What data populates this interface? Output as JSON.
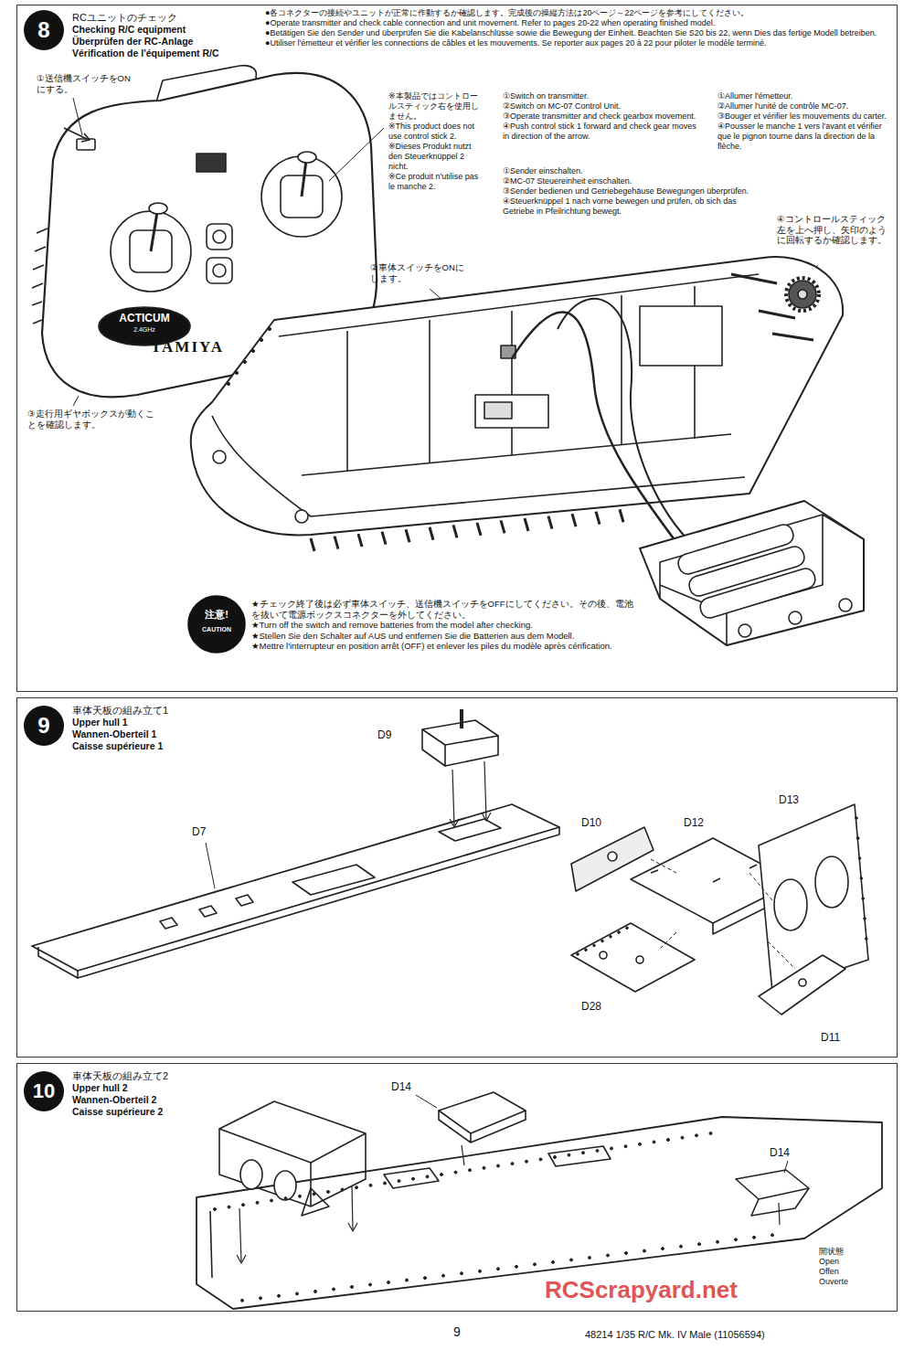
{
  "diagram": {
    "nodes": [
      {
        "text": [
          "RCユニットのチェック",
          "Checking R/C equipment",
          "Überprüfen der RC-Anlage",
          "Vérification de l'équipement R/C"
        ]
      },
      {
        "text": [
          "8"
        ],
        "in": 0
      },
      {
        "text": [
          "車体天板の組み立て1",
          "Upper hull 1",
          "Wannen-Oberteil 1",
          "Caisse supérieure 1"
        ]
      },
      {
        "text": [
          "9"
        ],
        "in": 2
      },
      {
        "text": [
          "車体天板の組み立て2",
          "Upper hull 2",
          "Wannen-Oberteil 2",
          "Caisse supérieure 2"
        ]
      },
      {
        "text": [
          "10"
        ],
        "in": 4
      }
    ],
    "labels": [
      "●各コネクターの接続やユニットが正常に作動するか確認します。完成後の操縦方法は20ページ～22ページを参考にしてください。",
      "●Operate transmitter and check cable connection and unit movement. Refer to pages 20-22 when operating finished model.",
      "●Betätigen Sie den Sender und überprüfen Sie die Kabelanschlüsse sowie die Bewegung der Einheit. Beachten Sie S20 bis 22, wenn Dies das fertige Modell betreiben.",
      "●Utiliser l'émetteur et vérifier les connections de câbles et les mouvements. Se reporter aux pages 20 à 22 pour piloter le modèle terminé.",
      "①送信機スイッチをONにする。",
      "※本製品ではコントロールスティック右を使用しません。",
      "※This product does not use control stick 2.",
      "※Dieses Produkt nutzt den Steuerknüppel 2 nicht.",
      "※Ce produit n'utilise pas le manche 2.",
      "①Switch on transmitter.",
      "②Switch on MC-07 Control Unit.",
      "③Operate transmitter and check gearbox movement.",
      "④Push control stick 1 forward and check gear moves in direction of the arrow.",
      "①Allumer l'émetteur.",
      "②Allumer l'unité de contrôle MC-07.",
      "③Bouger et vérifier les mouvements du carter.",
      "④Pousser le manche 1 vers l'avant et vérifier que le pignon tourne dans la direction de la flèche.",
      "①Sender einschalten.",
      "②MC-07 Steuereinheit einschalten.",
      "③Sender bedienen und Getriebegehäuse Bewegungen überprüfen.",
      "④Steuerknüppel 1 nach vorne bewegen und prüfen, ob sich das Getriebe in Pfeilrichtung bewegt.",
      "④コントロールスティック左を上へ押し、矢印のように回転するか確認します。",
      "②車体スイッチをONにします。",
      "③走行用ギヤボックスが動くことを確認します。",
      "ACTICUM",
      "2.4GHz",
      "TAMIYA",
      "注意!",
      "CAUTION",
      "★チェック終了後は必ず車体スイッチ、送信機スイッチをOFFにしてください。その後、電池を抜いて電源ボックスコネクターを外してください。",
      "★Turn off the switch and remove batteries from the model after checking.",
      "★Stellen Sie den Schalter auf AUS und entfernen Sie die Batterien aus dem Modell.",
      "★Mettre l'interrupteur en position arrêt (OFF) et enlever les piles du modèle après cérification.",
      "D9",
      "D7",
      "D10",
      "D12",
      "D13",
      "D28",
      "D11",
      "D14",
      "D14",
      "開状態",
      "Open",
      "Offen",
      "Ouverte",
      "RCScrapyard.net",
      "9",
      "48214 1/35 R/C Mk. IV Male (11056594)"
    ]
  }
}
